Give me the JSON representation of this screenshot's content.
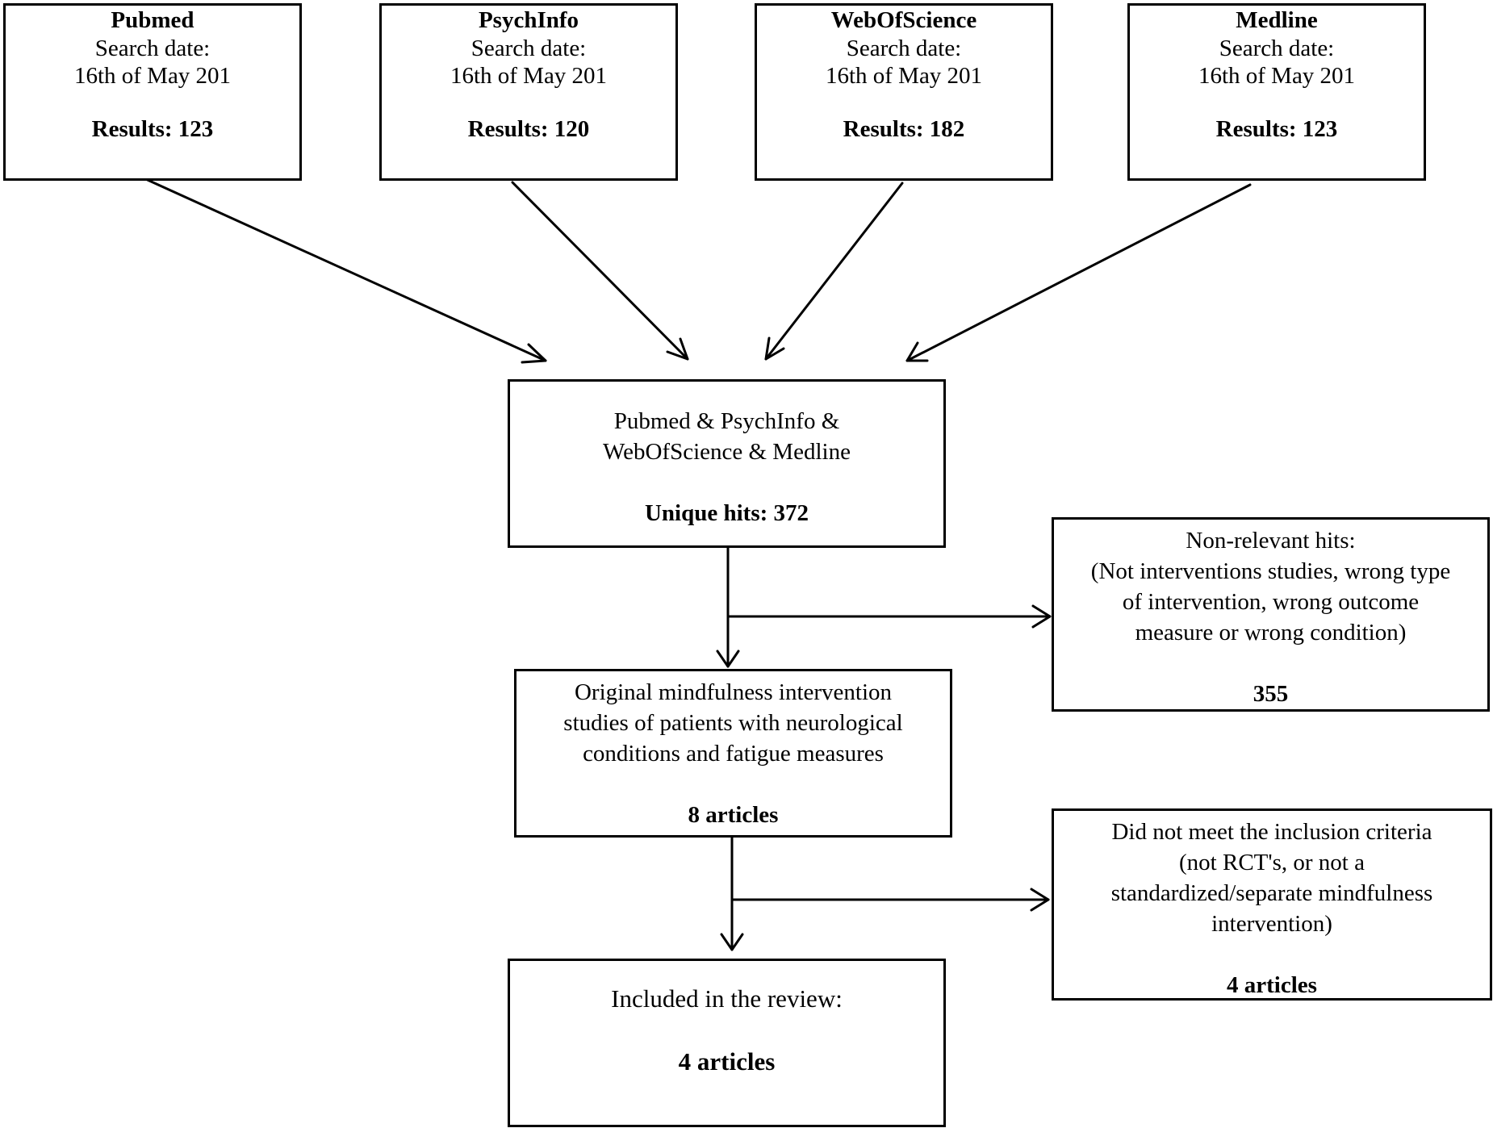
{
  "databases": [
    {
      "name": "Pubmed",
      "date_label": "Search date:",
      "date": "16th of May 201",
      "results": "Results: 123"
    },
    {
      "name": "PsychInfo",
      "date_label": "Search date:",
      "date": "16th of May 201",
      "results": "Results: 120"
    },
    {
      "name": "WebOfScience",
      "date_label": "Search date:",
      "date": "16th of May 201",
      "results": "Results: 182"
    },
    {
      "name": "Medline",
      "date_label": "Search date:",
      "date": "16th of May 201",
      "results": "Results: 123"
    }
  ],
  "combined": {
    "line1": "Pubmed & PsychInfo &",
    "line2": "WebOfScience & Medline",
    "count": "Unique hits: 372"
  },
  "non_relevant": {
    "line1": "Non-relevant hits:",
    "line2": "(Not interventions studies, wrong type",
    "line3": "of intervention, wrong outcome",
    "line4": "measure or wrong condition)",
    "count": "355"
  },
  "original_studies": {
    "line1": "Original mindfulness intervention",
    "line2": "studies of patients with neurological",
    "line3": "conditions and fatigue measures",
    "count": "8 articles"
  },
  "excluded": {
    "line1": "Did not meet the inclusion criteria",
    "line2": "(not RCT's, or not a",
    "line3": "standardized/separate mindfulness",
    "line4": "intervention)",
    "count": "4 articles"
  },
  "included": {
    "line1": "Included in the review:",
    "count": "4 articles"
  }
}
